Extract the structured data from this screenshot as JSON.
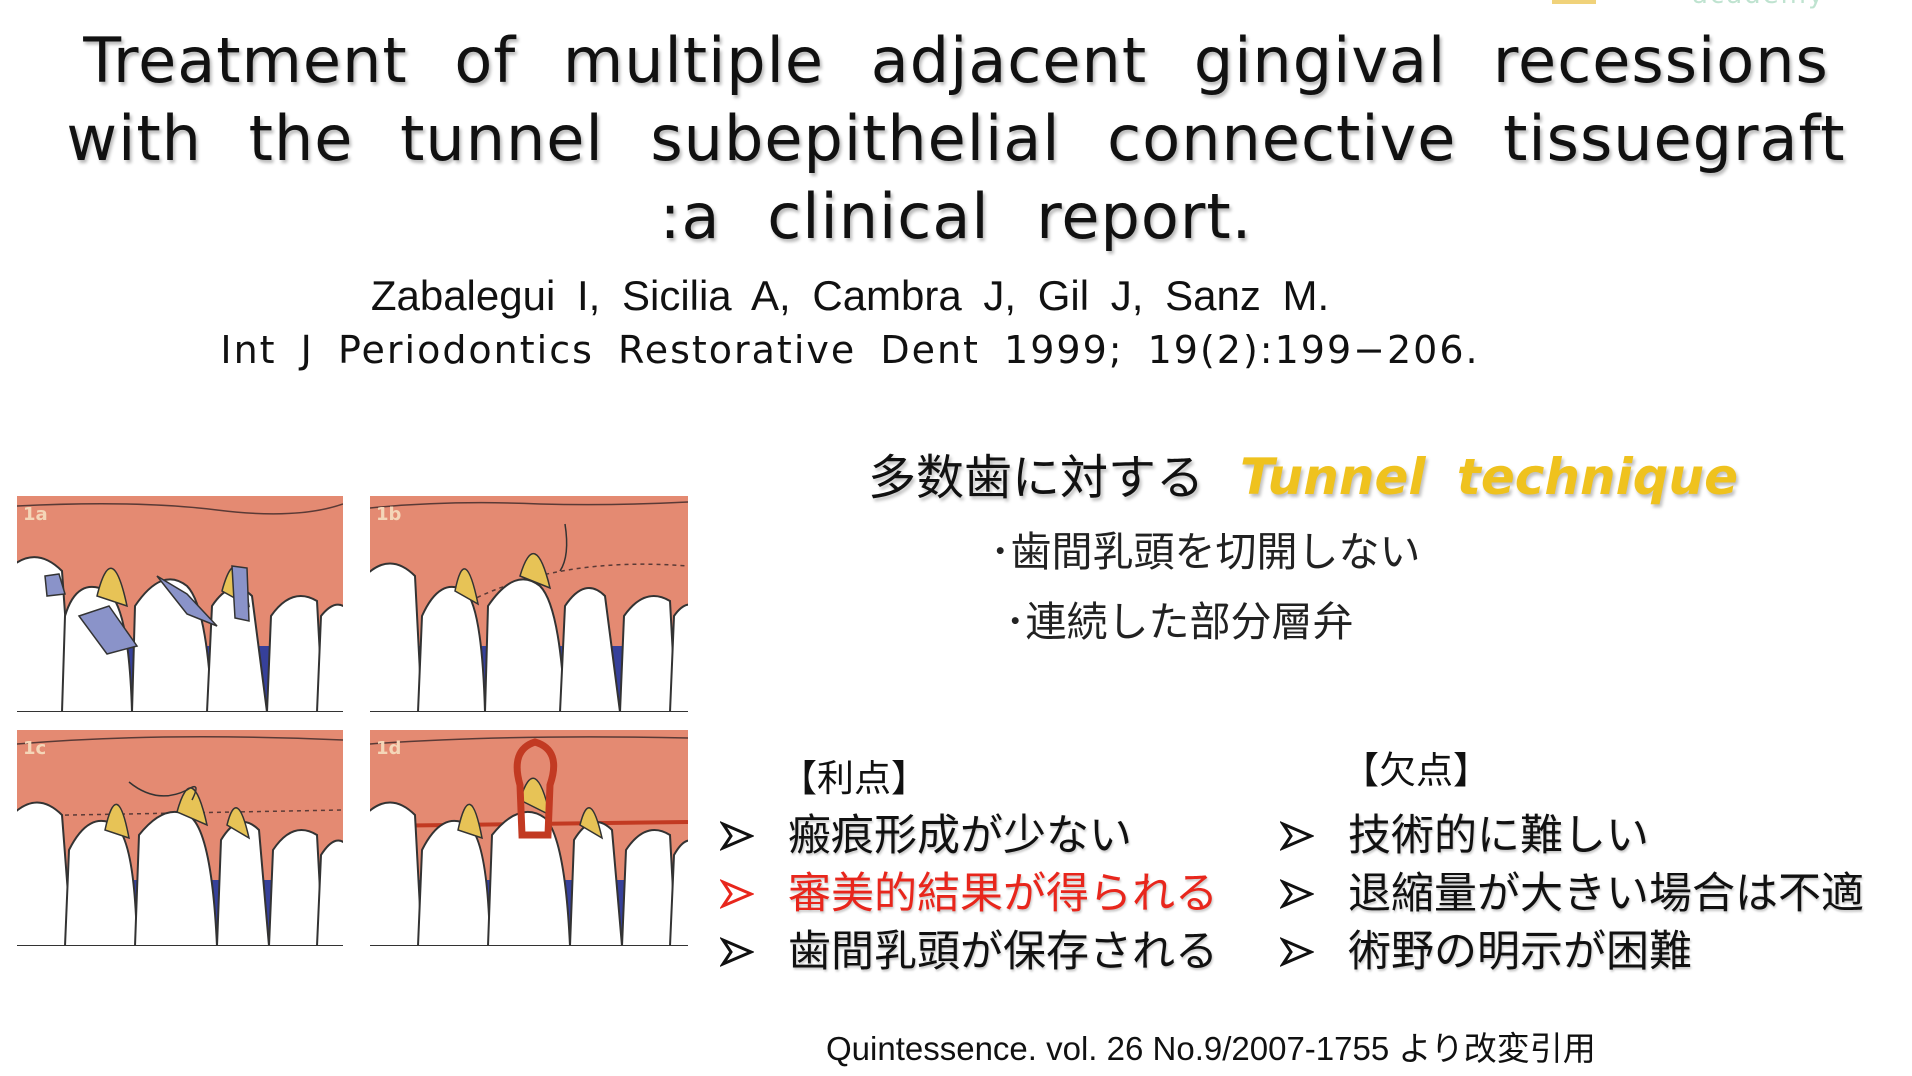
{
  "logo": {
    "text": "academy"
  },
  "title": {
    "line1": "Treatment of multiple adjacent gingival recessions",
    "line2": "with the tunnel subepithelial connective tissuegraft",
    "line3": ":a clinical report."
  },
  "authors": "Zabalegui I, Sicilia A, Cambra J, Gil J, Sanz M.",
  "journal": "Int J Periodontics Restorative Dent 1999; 19(2):199−206.",
  "figure": {
    "panels": [
      {
        "label": "1a"
      },
      {
        "label": "1b"
      },
      {
        "label": "1c"
      },
      {
        "label": "1d"
      }
    ]
  },
  "subtitle": {
    "japanese": "多数歯に対する",
    "english": "Tunnel technique"
  },
  "features": [
    "･歯間乳頭を切開しない",
    "･連続した部分層弁"
  ],
  "advantages": {
    "header": "【利点】",
    "items": [
      {
        "text": "瘢痕形成が少ない",
        "highlight": false
      },
      {
        "text": "審美的結果が得られる",
        "highlight": true
      },
      {
        "text": "歯間乳頭が保存される",
        "highlight": false
      }
    ]
  },
  "disadvantages": {
    "header": "【欠点】",
    "items": [
      {
        "text": "技術的に難しい"
      },
      {
        "text": "退縮量が大きい場合は不適"
      },
      {
        "text": "術野の明示が困難"
      }
    ]
  },
  "citation": "Quintessence.  vol. 26 No.9/2007-1755  より改変引用",
  "colors": {
    "accent_yellow": "#efc21e",
    "highlight_red": "#e8261c",
    "gingiva": "#e48a72",
    "tooth": "#ffffff",
    "root": "#e7c356",
    "background_blue": "#36409a"
  }
}
